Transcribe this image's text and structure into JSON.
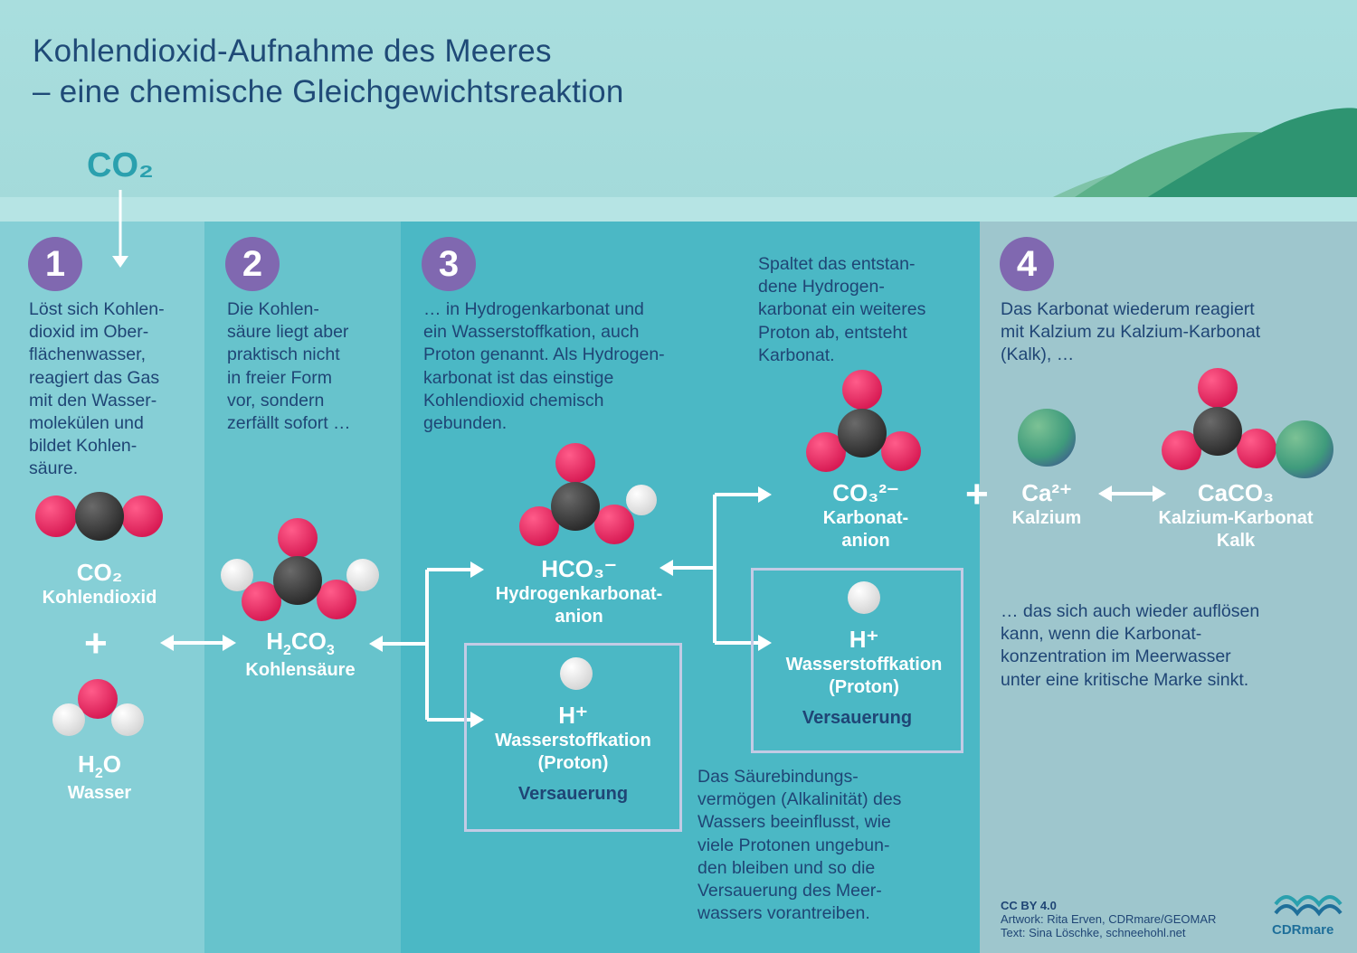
{
  "title": {
    "line1": "Kohlendioxid-Aufnahme des Meeres",
    "line2": "– eine chemische Gleichgewichtsreaktion"
  },
  "co2_top": "CO₂",
  "steps": {
    "s1": {
      "number": "1",
      "text": "Löst sich Kohlen-\ndioxid im Ober-\nflächenwasser,\nreagiert das Gas\nmit den Wasser-\nmolekülen und\nbildet Kohlen-\nsäure."
    },
    "s2": {
      "number": "2",
      "text": "Die Kohlen-\nsäure liegt aber\npraktisch nicht\nin freier Form\nvor, sondern\nzerfällt sofort …"
    },
    "s3": {
      "number": "3",
      "text": "… in Hydrogenkarbonat und\nein Wasserstoffkation, auch\nProton genannt. Als Hydrogen-\nkarbonat ist das einstige\nKohlendioxid chemisch\ngebunden."
    },
    "s3b": {
      "text": "Spaltet das entstan-\ndene Hydrogen-\nkarbonat ein weiteres\nProton ab, entsteht\nKarbonat."
    },
    "s4": {
      "number": "4",
      "text": "Das Karbonat wiederum reagiert\nmit Kalzium zu Kalzium-Karbonat\n(Kalk), …"
    },
    "s4b": {
      "text": "… das sich auch wieder auflösen\nkann, wenn die Karbonat-\nkonzentration im Meerwasser\nunter eine kritische Marke sinkt."
    },
    "alk": {
      "text": "Das Säurebindungs-\nvermögen (Alkalinität) des\nWassers beeinflusst, wie\nviele Protonen ungebun-\nden bleiben und so die\nVersauerung des Meer-\nwassers vorantreiben."
    }
  },
  "molecules": {
    "co2": {
      "formula": "CO₂",
      "name": "Kohlendioxid"
    },
    "h2o": {
      "formula_main": "H",
      "formula_sub": "2",
      "formula_end": "O",
      "name": "Wasser"
    },
    "h2co3": {
      "formula_a": "H",
      "formula_b": "2",
      "formula_c": "CO",
      "formula_d": "3",
      "name": "Kohlensäure"
    },
    "hco3": {
      "formula": "HCO₃⁻",
      "name_line1": "Hydrogenkarbonat-",
      "name_line2": "anion"
    },
    "hplus1": {
      "formula": "H⁺",
      "name_line1": "Wasserstoffkation",
      "name_line2": "(Proton)",
      "effect": "Versauerung"
    },
    "hplus2": {
      "formula": "H⁺",
      "name_line1": "Wasserstoffkation",
      "name_line2": "(Proton)",
      "effect": "Versauerung"
    },
    "co3": {
      "formula": "CO₃²⁻",
      "name_line1": "Karbonat-",
      "name_line2": "anion"
    },
    "ca": {
      "formula": "Ca²⁺",
      "name": "Kalzium"
    },
    "caco3": {
      "formula": "CaCO₃",
      "name_line1": "Kalzium-Karbonat",
      "name_line2": "Kalk"
    }
  },
  "plus_sign": "+",
  "credits": {
    "license": "CC BY 4.0",
    "artwork": "Artwork: Rita Erven, CDRmare/GEOMAR",
    "text": "Text: Sina Löschke, schneehohl.net",
    "logo": "CDRmare"
  },
  "colors": {
    "title": "#1f4a77",
    "oxygen": "#e0245e",
    "carbon": "#3a3a3a",
    "hydrogen": "#ffffff",
    "calcium": "#4f9a78",
    "step_badge": "#8068b0"
  }
}
